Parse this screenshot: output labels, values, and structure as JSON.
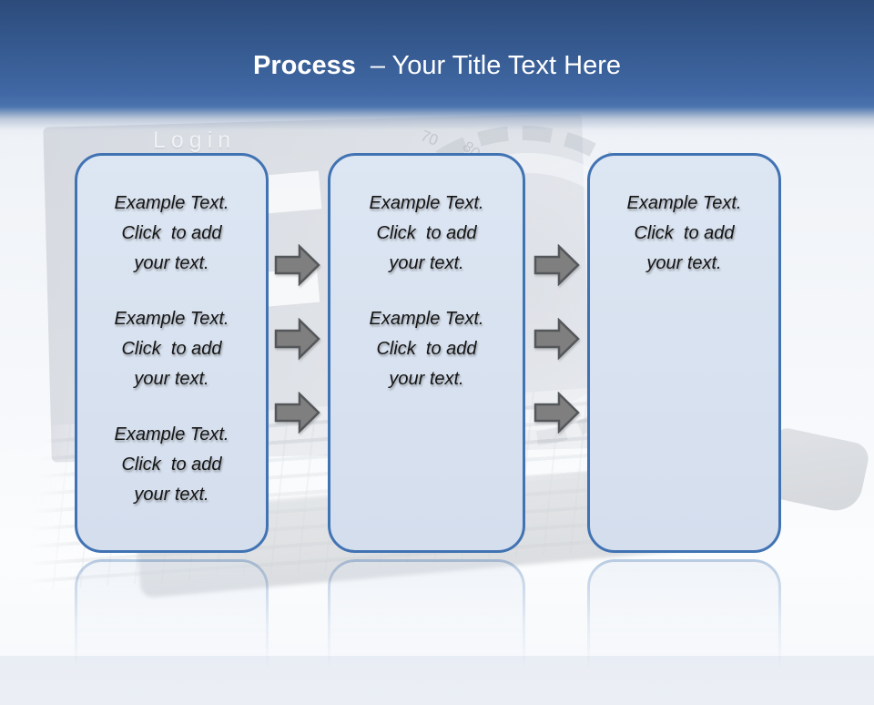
{
  "title": {
    "emphasis": "Process",
    "rest": "– Your Title Text Here"
  },
  "boxes": [
    {
      "name": "step-1",
      "paragraphs": [
        "Example Text.\nClick  to add\nyour text.",
        "Example Text.\nClick  to add\nyour text.",
        "Example Text.\nClick  to add\nyour text."
      ]
    },
    {
      "name": "step-2",
      "paragraphs": [
        "Example Text.\nClick  to add\nyour text.",
        "Example Text.\nClick  to add\nyour text."
      ]
    },
    {
      "name": "step-3",
      "paragraphs": [
        "Example Text.\nClick  to add\nyour text."
      ]
    }
  ],
  "watermark": {
    "login_text": "Login",
    "dial_numbers": [
      "70",
      "80"
    ]
  },
  "colors": {
    "header_gradient_top": "#2c4b7b",
    "header_gradient_bottom": "#4a74ad",
    "title_text": "#ffffff",
    "box_fill": "#d7e1ef",
    "box_border": "#4173b3",
    "arrow_fill": "#7f7f7f",
    "arrow_stroke": "#54575a",
    "body_text": "#141414"
  }
}
